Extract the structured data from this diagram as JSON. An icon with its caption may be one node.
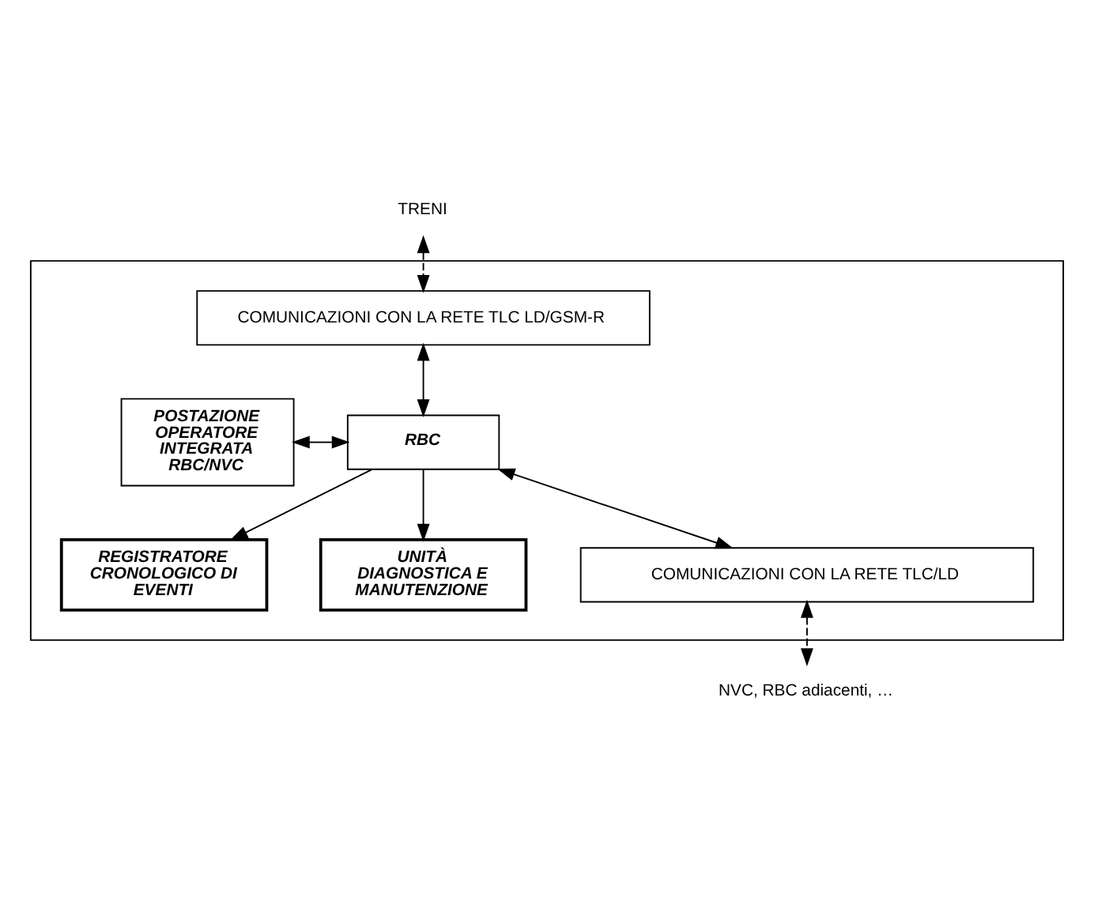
{
  "diagram": {
    "nodes": [
      {
        "text": [],
        "shape": "box"
      },
      {
        "text": [
          "TRENI"
        ]
      },
      {
        "text": [
          "COMUNICAZIONI CON LA RETE TLC LD/GSM-R"
        ],
        "in": 0
      },
      {
        "text": [
          "POSTAZIONE OPERATORE INTEGRATA RBC/NVC"
        ],
        "in": 0
      },
      {
        "text": [
          "RBC"
        ],
        "in": 0
      },
      {
        "text": [
          "REGISTRATORE CRONOLOGICO DI EVENTI"
        ],
        "in": 0
      },
      {
        "text": [
          "UNITÀ DIAGNOSTICA E MANUTENZIONE"
        ],
        "in": 0
      },
      {
        "text": [
          "COMUNICAZIONI CON LA RETE TLC/LD"
        ],
        "in": 0
      },
      {
        "text": [
          "NVC, RBC adiacenti, …"
        ]
      }
    ],
    "edges": [
      {
        "from": 1,
        "to": 2,
        "arrow": "both",
        "style": "dashed"
      },
      {
        "from": 2,
        "to": 4,
        "arrow": "both"
      },
      {
        "from": 3,
        "to": 4,
        "arrow": "both"
      },
      {
        "from": 4,
        "to": 5,
        "arrow": "to"
      },
      {
        "from": 4,
        "to": 6,
        "arrow": "to"
      },
      {
        "from": 4,
        "to": 7,
        "arrow": "both"
      },
      {
        "from": 7,
        "to": 8,
        "arrow": "both",
        "style": "dashed"
      }
    ]
  }
}
